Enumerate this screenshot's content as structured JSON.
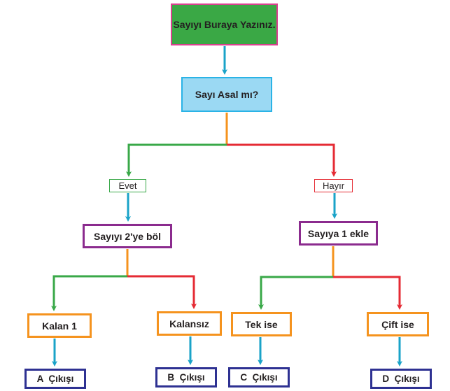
{
  "nodes": {
    "start": "Sayıyı Buraya Yazınız.",
    "decision": "Sayı Asal mı?",
    "yes_label": "Evet",
    "no_label": "Hayır",
    "proc_left": "Sayıyı 2'ye böl",
    "proc_right": "Sayıya 1 ekle",
    "res_1": "Kalan 1",
    "res_2": "Kalansız",
    "res_3": "Tek ise",
    "res_4": "Çift ise",
    "out_a": "A  Çıkışı",
    "out_b": "B  Çıkışı",
    "out_c": "C  Çıkışı",
    "out_d": "D  Çıkışı"
  },
  "colors": {
    "arrow_blue": "#1aa3c8",
    "branch_orange": "#f5931e",
    "yes_green": "#39a848",
    "no_red": "#e52b34",
    "start_fill": "#3aa845",
    "start_border": "#d9418f",
    "decision_fill": "#9bd9f3",
    "process_border": "#8b2b8e",
    "result_border": "#f5931e",
    "output_border": "#2e3192"
  }
}
